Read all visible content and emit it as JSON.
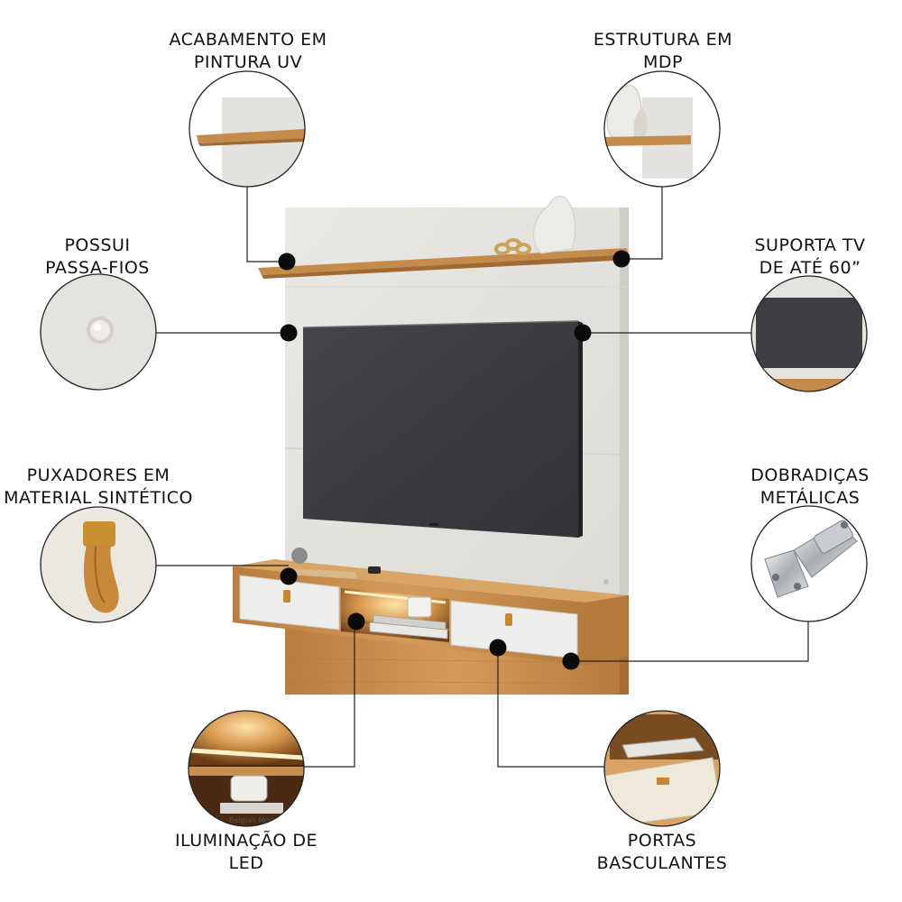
{
  "product": {
    "panel_color": "#e4e3df",
    "wood_color": "#c8904e",
    "tv_color": "#3a3b3e",
    "line_color": "#222222",
    "dot_color": "#0b0b0b"
  },
  "features": [
    {
      "id": "acabamento",
      "lines": [
        "ACABAMENTO EM",
        "PINTURA UV"
      ],
      "icon": "panel-shelf-detail"
    },
    {
      "id": "estrutura",
      "lines": [
        "ESTRUTURA EM",
        "MDP"
      ],
      "icon": "vase-shelf-detail"
    },
    {
      "id": "passa-fios",
      "lines": [
        "POSSUI",
        "PASSA-FIOS"
      ],
      "icon": "cable-hole-detail"
    },
    {
      "id": "suporta-tv",
      "lines": [
        "SUPORTA TV",
        "DE ATÉ 60”"
      ],
      "icon": "tv-corner-detail"
    },
    {
      "id": "puxadores",
      "lines": [
        "PUXADORES EM",
        "MATERIAL SINTÉTICO"
      ],
      "icon": "leather-handle-detail"
    },
    {
      "id": "dobradicas",
      "lines": [
        "DOBRADIÇAS",
        "METÁLICAS"
      ],
      "icon": "metal-hinge-detail"
    },
    {
      "id": "iluminacao",
      "lines": [
        "ILUMINAÇÃO DE",
        "LED"
      ],
      "icon": "led-light-detail"
    },
    {
      "id": "portas",
      "lines": [
        "PORTAS",
        "BASCULANTES"
      ],
      "icon": "flip-door-detail"
    }
  ],
  "book_label": "Belgian Modern"
}
